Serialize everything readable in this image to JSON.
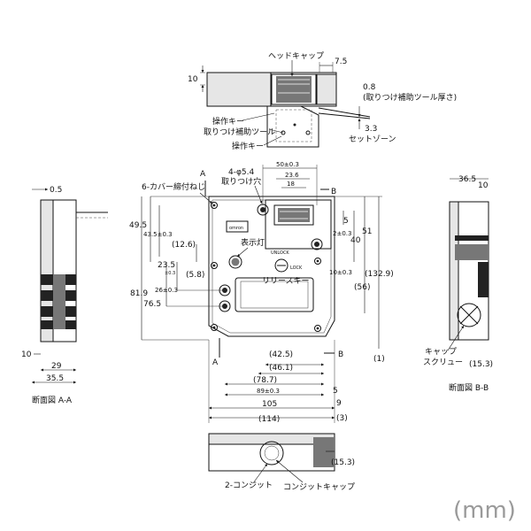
{
  "top_view": {
    "head_cap": "ヘッドキャップ",
    "dim_7_5": "7.5",
    "dim_10": "10",
    "dim_0_8": "0.8",
    "tool_thickness": "(取りつけ補助ツール厚さ)",
    "dim_3_3": "3.3",
    "set_zone": "セットゾーン",
    "op_key": "操作キー",
    "mount_tool": "取りつけ補助ツール",
    "op_key2": "操作キー"
  },
  "front_view": {
    "dim_50": "50±0.3",
    "dim_23_6": "23.6",
    "dim_18": "18",
    "hole_label_1": "4-φ5.4",
    "hole_label_2": "取りつけ穴",
    "cover_screw": "6-カバー締付ねじ",
    "section_a_top": "A",
    "section_a_bottom": "A",
    "section_b_top": "B",
    "section_b_bottom": "B",
    "dim_49_5": "49.5",
    "dim_43_5": "43.5±0.3",
    "dim_12_6": "(12.6)",
    "dim_23_5": "23.5",
    "dim_23_5_tol": "±0.3",
    "dim_5_8": "(5.8)",
    "dim_26": "26±0.3",
    "dim_81_9": "81.9",
    "dim_76_5": "76.5",
    "indicator": "表示灯",
    "release_key": "リリースキー",
    "brand": "omron",
    "unlock_text": "UNLOCK",
    "lock_text": "LOCK",
    "dim_5": "5",
    "dim_2": "2±0.3",
    "dim_40": "40",
    "dim_51": "51",
    "dim_10": "10±0.3",
    "dim_132_9": "(132.9)",
    "dim_56": "(56)",
    "dim_1": "(1)",
    "dim_42_5": "(42.5)",
    "dim_46_1": "(46.1)",
    "dim_78_7": "(78.7)",
    "dim_89": "89±0.3",
    "dim_5b": "5",
    "dim_105": "105",
    "dim_9": "9",
    "dim_114": "(114)",
    "dim_3": "(3)"
  },
  "section_a": {
    "dim_0_5": "0.5",
    "dim_10": "10",
    "dim_29": "29",
    "dim_35_5": "35.5",
    "title": "断面図 A-A"
  },
  "section_b": {
    "dim_36_5": "36.5",
    "dim_10": "10",
    "cap_screw_1": "キャップ",
    "cap_screw_2": "スクリュー",
    "dim_15_3": "(15.3)",
    "title": "断面図 B-B"
  },
  "bottom_view": {
    "dim_15_3": "(15.3)",
    "conduit": "2-コンジット",
    "conduit_cap": "コンジットキャップ"
  },
  "unit": "(mm)"
}
